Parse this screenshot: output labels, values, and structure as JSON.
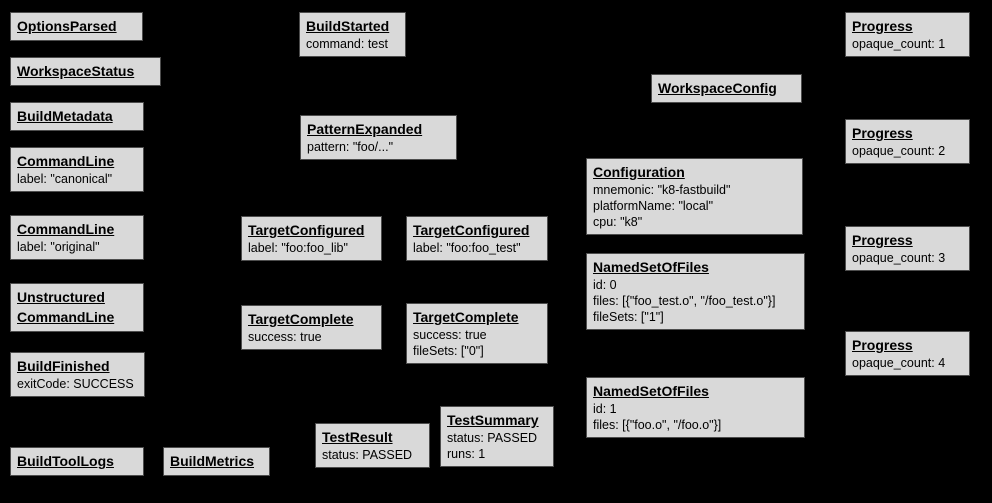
{
  "palette": {
    "background": "#000000",
    "node_fill": "#d9d9d9",
    "node_border": "#4d4d4d",
    "text": "#000000"
  },
  "nodes": [
    {
      "title": "OptionsParsed",
      "lines": []
    },
    {
      "title": "WorkspaceStatus",
      "lines": []
    },
    {
      "title": "BuildMetadata",
      "lines": []
    },
    {
      "title": "CommandLine",
      "lines": [
        "label: \"canonical\""
      ]
    },
    {
      "title": "CommandLine",
      "lines": [
        "label: \"original\""
      ]
    },
    {
      "title": "Unstructured",
      "title2": "CommandLine",
      "lines": []
    },
    {
      "title": "BuildFinished",
      "lines": [
        "exitCode: SUCCESS"
      ]
    },
    {
      "title": "BuildToolLogs",
      "lines": []
    },
    {
      "title": "BuildMetrics",
      "lines": []
    },
    {
      "title": "BuildStarted",
      "lines": [
        "command: test"
      ]
    },
    {
      "title": "PatternExpanded",
      "lines": [
        "pattern: \"foo/...\""
      ]
    },
    {
      "title": "TargetConfigured",
      "lines": [
        "label: \"foo:foo_lib\""
      ]
    },
    {
      "title": "TargetConfigured",
      "lines": [
        "label: \"foo:foo_test\""
      ]
    },
    {
      "title": "TargetComplete",
      "lines": [
        "success: true"
      ]
    },
    {
      "title": "TargetComplete",
      "lines": [
        "success: true",
        "fileSets: [\"0\"]"
      ]
    },
    {
      "title": "TestResult",
      "lines": [
        "status: PASSED"
      ]
    },
    {
      "title": "TestSummary",
      "lines": [
        "status: PASSED",
        "runs: 1"
      ]
    },
    {
      "title": "WorkspaceConfig",
      "lines": []
    },
    {
      "title": "Configuration",
      "lines": [
        "mnemonic: \"k8-fastbuild\"",
        "platformName: \"local\"",
        "cpu: \"k8\""
      ]
    },
    {
      "title": "NamedSetOfFiles",
      "lines": [
        "id: 0",
        "files: [{\"foo_test.o\", \"/foo_test.o\"}]",
        "fileSets: [\"1\"]"
      ]
    },
    {
      "title": "NamedSetOfFiles",
      "lines": [
        "id: 1",
        "files: [{\"foo.o\", \"/foo.o\"}]"
      ]
    },
    {
      "title": "Progress",
      "lines": [
        "opaque_count: 1"
      ]
    },
    {
      "title": "Progress",
      "lines": [
        "opaque_count: 2"
      ]
    },
    {
      "title": "Progress",
      "lines": [
        "opaque_count: 3"
      ]
    },
    {
      "title": "Progress",
      "lines": [
        "opaque_count: 4"
      ]
    }
  ]
}
